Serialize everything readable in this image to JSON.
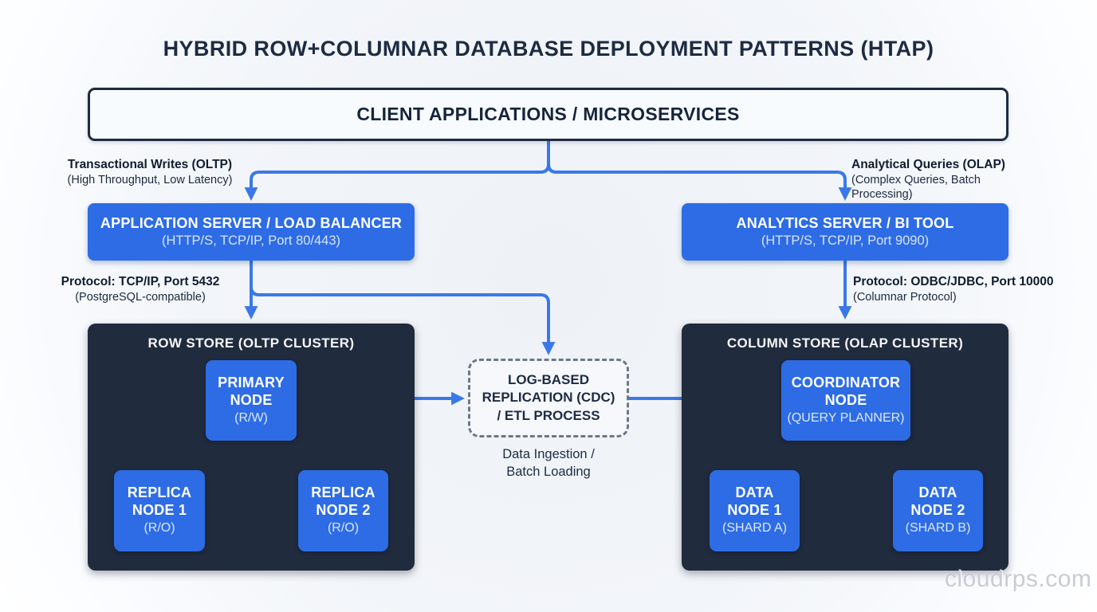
{
  "title": "HYBRID ROW+COLUMNAR DATABASE DEPLOYMENT PATTERNS (HTAP)",
  "client": {
    "label": "CLIENT APPLICATIONS / MICROSERVICES"
  },
  "flows": {
    "oltp": {
      "label": "Transactional Writes (OLTP)",
      "detail": "(High Throughput, Low Latency)"
    },
    "olap": {
      "label": "Analytical Queries (OLAP)",
      "detail": "(Complex Queries, Batch Processing)"
    },
    "oltp_protocol": {
      "label": "Protocol: TCP/IP, Port 5432",
      "detail": "(PostgreSQL-compatible)"
    },
    "olap_protocol": {
      "label": "Protocol: ODBC/JDBC, Port 10000",
      "detail": "(Columnar Protocol)"
    }
  },
  "servers": {
    "app": {
      "title": "APPLICATION SERVER / LOAD BALANCER",
      "subtitle": "(HTTP/S, TCP/IP, Port 80/443)"
    },
    "analytics": {
      "title": "ANALYTICS SERVER / BI TOOL",
      "subtitle": "(HTTP/S, TCP/IP, Port 9090)"
    }
  },
  "row_store": {
    "title": "ROW STORE (OLTP CLUSTER)",
    "primary": {
      "line1": "PRIMARY",
      "line2": "NODE",
      "detail": "(R/W)"
    },
    "replica1": {
      "line1": "REPLICA",
      "line2": "NODE 1",
      "detail": "(R/O)"
    },
    "replica2": {
      "line1": "REPLICA",
      "line2": "NODE 2",
      "detail": "(R/O)"
    }
  },
  "column_store": {
    "title": "COLUMN STORE (OLAP CLUSTER)",
    "coordinator": {
      "line1": "COORDINATOR",
      "line2": "NODE",
      "detail": "(QUERY PLANNER)"
    },
    "data1": {
      "line1": "DATA",
      "line2": "NODE 1",
      "detail": "(SHARD A)"
    },
    "data2": {
      "line1": "DATA",
      "line2": "NODE 2",
      "detail": "(SHARD B)"
    }
  },
  "replication": {
    "line1": "LOG-BASED",
    "line2": "REPLICATION (CDC)",
    "line3": "/ ETL PROCESS",
    "caption1": "Data Ingestion /",
    "caption2": "Batch Loading"
  },
  "watermark": "cloudrps.com",
  "colors": {
    "accent_blue": "#2d6ce4",
    "arrow_blue": "#3a78e8",
    "dark_panel": "#202b3d",
    "ink": "#1c2a3e",
    "background": "#f2f5f9"
  }
}
